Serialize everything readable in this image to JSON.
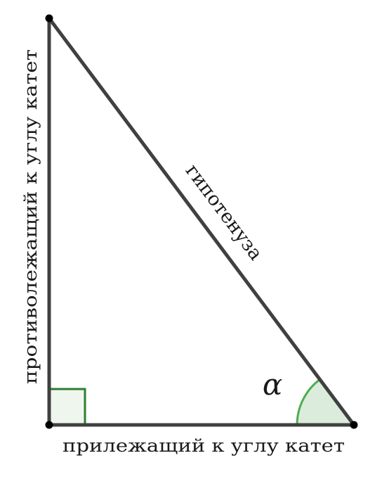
{
  "diagram": {
    "hypotenuse_label": "гипотенуза",
    "opposite_label": "противолежащий к углу катет",
    "adjacent_label": "прилежащий к углу катет",
    "angle_label": "α"
  },
  "colors": {
    "triangle_stroke": "#404040",
    "vertex_fill": "#000000",
    "right_angle_stroke": "#2e7d32",
    "right_angle_fill": "#eef6ee",
    "angle_arc_stroke": "#4caf50",
    "angle_arc_fill": "#dcecdc"
  }
}
